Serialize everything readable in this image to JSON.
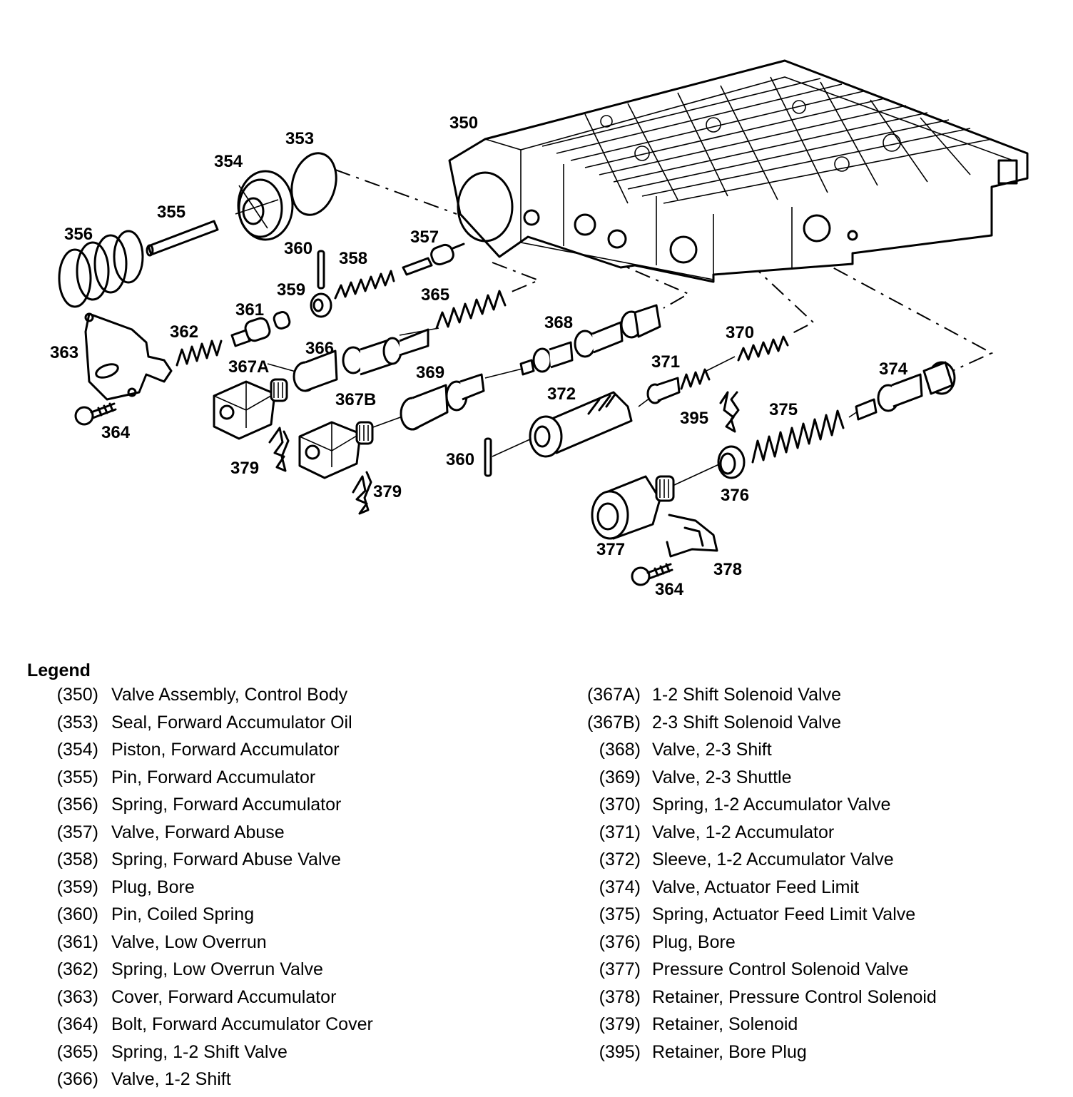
{
  "callouts": {
    "c350": "350",
    "c353": "353",
    "c354": "354",
    "c355": "355",
    "c356": "356",
    "c357": "357",
    "c358": "358",
    "c359": "359",
    "c360a": "360",
    "c360b": "360",
    "c361": "361",
    "c362": "362",
    "c363": "363",
    "c364a": "364",
    "c364b": "364",
    "c365": "365",
    "c366": "366",
    "c367a": "367A",
    "c367b": "367B",
    "c368": "368",
    "c369": "369",
    "c370": "370",
    "c371": "371",
    "c372": "372",
    "c374": "374",
    "c375": "375",
    "c376": "376",
    "c377": "377",
    "c378": "378",
    "c379a": "379",
    "c379b": "379",
    "c395": "395"
  },
  "legend": {
    "title": "Legend",
    "left": [
      {
        "num": "(350)",
        "desc": "Valve Assembly, Control Body"
      },
      {
        "num": "(353)",
        "desc": "Seal, Forward Accumulator Oil"
      },
      {
        "num": "(354)",
        "desc": "Piston, Forward Accumulator"
      },
      {
        "num": "(355)",
        "desc": "Pin, Forward Accumulator"
      },
      {
        "num": "(356)",
        "desc": "Spring, Forward Accumulator"
      },
      {
        "num": "(357)",
        "desc": "Valve, Forward Abuse"
      },
      {
        "num": "(358)",
        "desc": "Spring, Forward Abuse Valve"
      },
      {
        "num": "(359)",
        "desc": "Plug, Bore"
      },
      {
        "num": "(360)",
        "desc": "Pin, Coiled Spring"
      },
      {
        "num": "(361)",
        "desc": "Valve, Low Overrun"
      },
      {
        "num": "(362)",
        "desc": "Spring, Low Overrun Valve"
      },
      {
        "num": "(363)",
        "desc": "Cover, Forward Accumulator"
      },
      {
        "num": "(364)",
        "desc": "Bolt, Forward Accumulator Cover"
      },
      {
        "num": "(365)",
        "desc": "Spring, 1-2 Shift Valve"
      },
      {
        "num": "(366)",
        "desc": "Valve, 1-2 Shift"
      }
    ],
    "right": [
      {
        "num": "(367A)",
        "desc": "1-2 Shift Solenoid Valve"
      },
      {
        "num": "(367B)",
        "desc": "2-3 Shift Solenoid Valve"
      },
      {
        "num": "(368)",
        "desc": "Valve, 2-3 Shift"
      },
      {
        "num": "(369)",
        "desc": "Valve, 2-3 Shuttle"
      },
      {
        "num": "(370)",
        "desc": "Spring, 1-2 Accumulator Valve"
      },
      {
        "num": "(371)",
        "desc": "Valve, 1-2 Accumulator"
      },
      {
        "num": "(372)",
        "desc": "Sleeve, 1-2 Accumulator Valve"
      },
      {
        "num": "(374)",
        "desc": "Valve, Actuator Feed Limit"
      },
      {
        "num": "(375)",
        "desc": "Spring, Actuator Feed Limit Valve"
      },
      {
        "num": "(376)",
        "desc": "Plug, Bore"
      },
      {
        "num": "(377)",
        "desc": "Pressure Control Solenoid Valve"
      },
      {
        "num": "(378)",
        "desc": "Retainer, Pressure Control Solenoid"
      },
      {
        "num": "(379)",
        "desc": "Retainer, Solenoid"
      },
      {
        "num": "(395)",
        "desc": "Retainer, Bore Plug"
      }
    ]
  }
}
